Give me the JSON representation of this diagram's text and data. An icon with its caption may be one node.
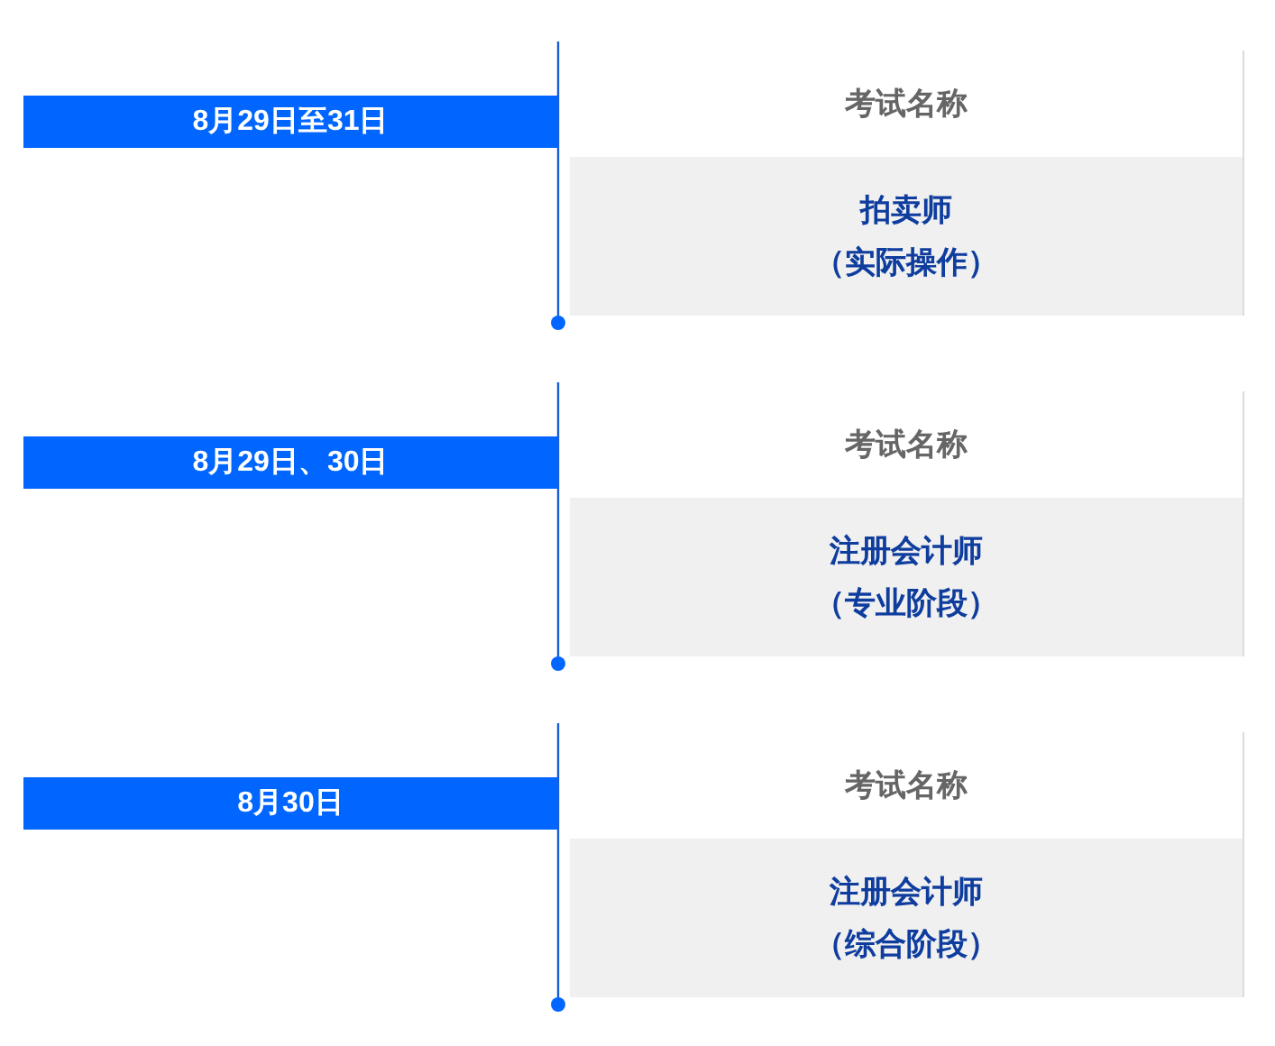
{
  "diagram": {
    "nodes": [
      {
        "text": [
          "8月29日至31日"
        ]
      },
      {
        "text": [
          "考试名称",
          "拍卖师（实际操作）"
        ]
      },
      {
        "text": [
          "8月29日、30日"
        ]
      },
      {
        "text": [
          "考试名称",
          "注册会计师（专业阶段）"
        ]
      },
      {
        "text": [
          "8月30日"
        ]
      },
      {
        "text": [
          "考试名称",
          "注册会计师（综合阶段）"
        ]
      }
    ],
    "edges": []
  }
}
